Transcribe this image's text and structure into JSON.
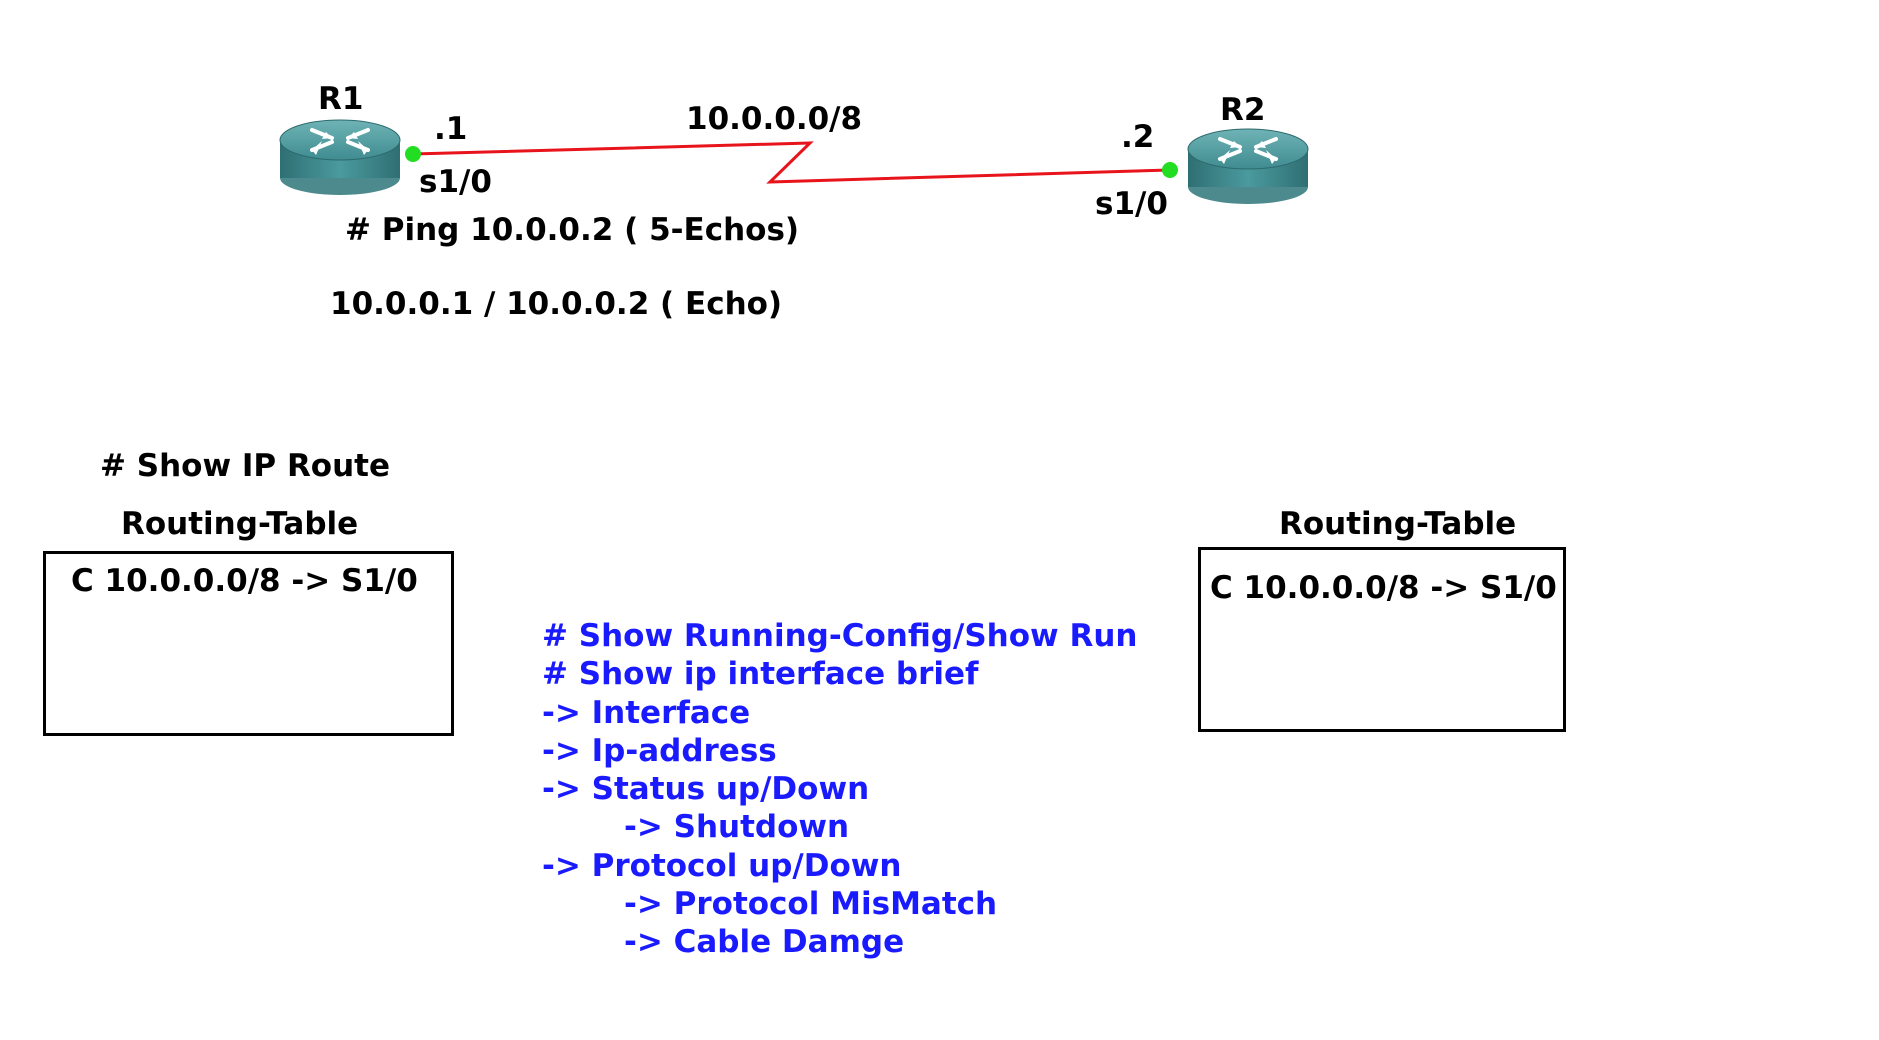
{
  "routers": [
    {
      "id": "r1",
      "name": "R1",
      "host_octet": ".1",
      "interface": "s1/0"
    },
    {
      "id": "r2",
      "name": "R2",
      "host_octet": ".2",
      "interface": "s1/0"
    }
  ],
  "link": {
    "network": "10.0.0.0/8",
    "color": "#e8141b",
    "endpoint_color": "#22dd22"
  },
  "ping_notes": {
    "command": "# Ping 10.0.0.2 ( 5-Echos)",
    "echo": "10.0.0.1 / 10.0.0.2 ( Echo)"
  },
  "show_ip_route": "# Show IP Route",
  "routing_tables": [
    {
      "title": "Routing-Table",
      "entry": "C  10.0.0.0/8 -> S1/0"
    },
    {
      "title": "Routing-Table",
      "entry": "C  10.0.0.0/8 -> S1/0"
    }
  ],
  "commands_color": "#1a1aff",
  "commands": [
    {
      "text": "# Show Running-Config/Show Run",
      "indent": false
    },
    {
      "text": "# Show ip interface brief",
      "indent": false
    },
    {
      "text": "-> Interface",
      "indent": false
    },
    {
      "text": "-> Ip-address",
      "indent": false
    },
    {
      "text": "-> Status up/Down",
      "indent": false
    },
    {
      "text": "-> Shutdown",
      "indent": true
    },
    {
      "text": "-> Protocol up/Down",
      "indent": false
    },
    {
      "text": "-> Protocol MisMatch",
      "indent": true
    },
    {
      "text": "-> Cable Damge",
      "indent": true
    }
  ]
}
